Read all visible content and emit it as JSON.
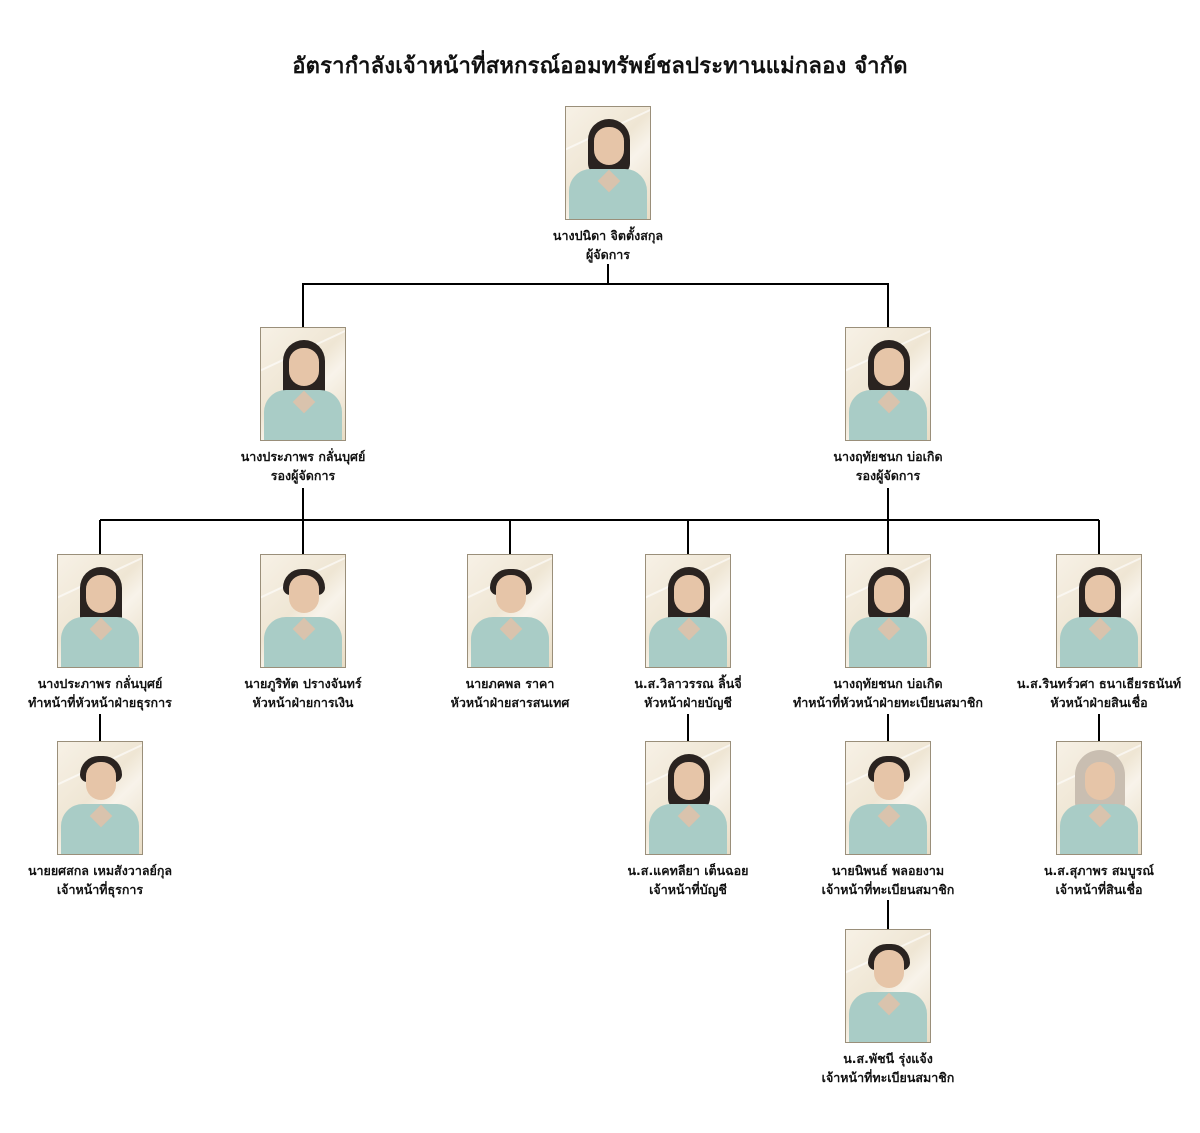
{
  "title": "อัตรากำลังเจ้าหน้าที่สหกรณ์ออมทรัพย์ชลประทานแม่กลอง จำกัด",
  "manager": {
    "name": "นางปนิดา จิตตั้งสกุล",
    "role": "ผู้จัดการ"
  },
  "deputies": [
    {
      "name": "นางประภาพร กลั่นบุศย์",
      "role": "รองผู้จัดการ"
    },
    {
      "name": "นางฤทัยชนก บ่อเกิด",
      "role": "รองผู้จัดการ"
    }
  ],
  "heads": [
    {
      "name": "นางประภาพร กลั่นบุศย์",
      "role": "ทำหน้าที่หัวหน้าฝ่ายธุรการ"
    },
    {
      "name": "นายภูริทัต ปรางจันทร์",
      "role": "หัวหน้าฝ่ายการเงิน"
    },
    {
      "name": "นายภคพล ราคา",
      "role": "หัวหน้าฝ่ายสารสนเทศ"
    },
    {
      "name": "น.ส.วิลาวรรณ ลิ้นจี่",
      "role": "หัวหน้าฝ่ายบัญชี"
    },
    {
      "name": "นางฤทัยชนก บ่อเกิด",
      "role": "ทำหน้าที่หัวหน้าฝ่ายทะเบียนสมาชิก"
    },
    {
      "name": "น.ส.รินทร์วศา ธนาเธียรธนันท์",
      "role": "หัวหน้าฝ่ายสินเชื่อ"
    }
  ],
  "staff": [
    {
      "name": "นายยศสกล เหมสังวาลย์กุล",
      "role": "เจ้าหน้าที่ธุรการ"
    },
    {
      "name": "น.ส.แคทลียา เต็นฉอย",
      "role": "เจ้าหน้าที่บัญชี"
    },
    {
      "name": "นายนิพนธ์ พลอยงาม",
      "role": "เจ้าหน้าที่ทะเบียนสมาชิก"
    },
    {
      "name": "น.ส.สุภาพร สมบูรณ์",
      "role": "เจ้าหน้าที่สินเชื่อ"
    },
    {
      "name": "น.ส.พัชนี รุ่งแจ้ง",
      "role": "เจ้าหน้าที่ทะเบียนสมาชิก"
    }
  ],
  "colors": {
    "line": "#000000",
    "shirt": "#a9ccc6",
    "frame_bg": "#f3ecdf"
  }
}
